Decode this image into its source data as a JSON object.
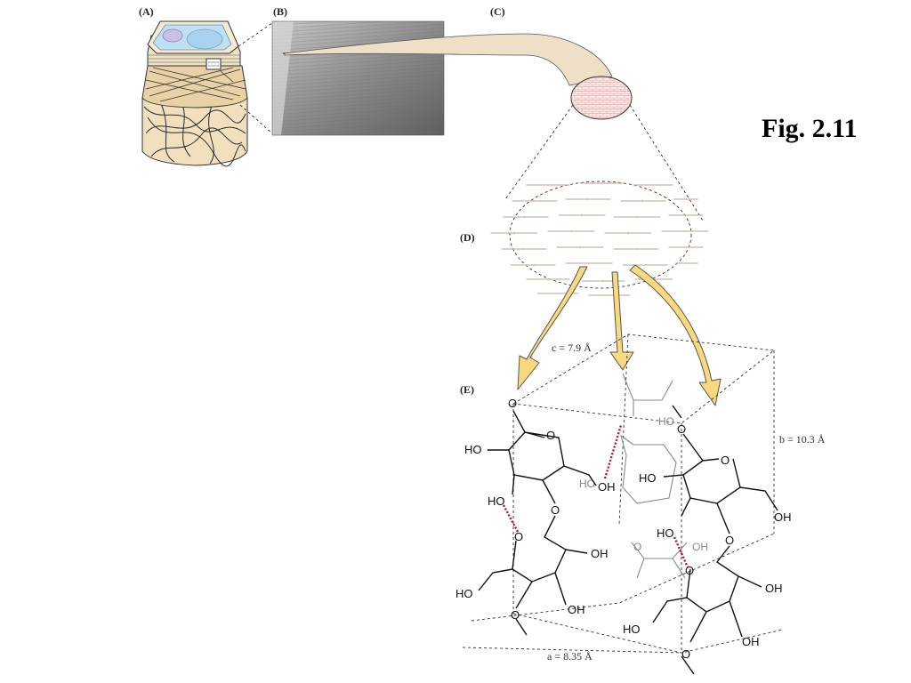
{
  "figure_label": "Fig. 2.11",
  "panels": {
    "a": "(A)",
    "b": "(B)",
    "c": "(C)",
    "d": "(D)",
    "e": "(E)"
  },
  "dimensions": {
    "c": "c = 7.9 Å",
    "b": "b = 10.3 Å",
    "a": "a = 8.35 Å"
  },
  "chem": {
    "oxygen": "O",
    "hydroxyl": "OH",
    "hydroxyl_left": "HO"
  },
  "colors": {
    "wall_fill": "#f1dfbd",
    "cytoplasm": "#bfe0f3",
    "vacuole": "#c9c2e6",
    "microfibril": "#eee0c6",
    "bundle_grid": "#e8a9a9",
    "arrow_fill": "#f8d97e",
    "hbond": "#b0142a",
    "micrograph": "#8a8a8a"
  }
}
